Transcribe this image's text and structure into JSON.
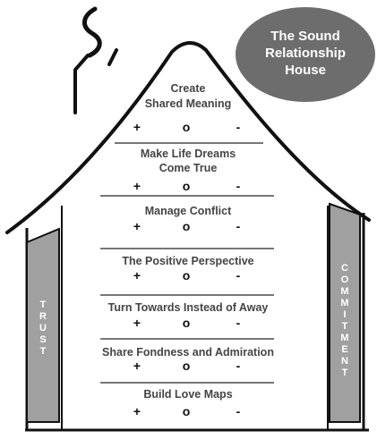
{
  "badge": {
    "lines": [
      "The Sound",
      "Relationship",
      "House"
    ]
  },
  "pillars": {
    "left": {
      "letters": [
        "T",
        "R",
        "U",
        "S",
        "T"
      ]
    },
    "right": {
      "letters": [
        "C",
        "O",
        "M",
        "M",
        "I",
        "T",
        "M",
        "E",
        "N",
        "T"
      ]
    }
  },
  "marks": {
    "plus": "+",
    "zero": "o",
    "minus": "-"
  },
  "floors": [
    {
      "lines": [
        "Create",
        "Shared Meaning"
      ]
    },
    {
      "lines": [
        "Make Life Dreams",
        "Come True"
      ]
    },
    {
      "lines": [
        "Manage Conflict"
      ]
    },
    {
      "lines": [
        "The Positive Perspective"
      ]
    },
    {
      "lines": [
        "Turn Towards Instead of Away"
      ]
    },
    {
      "lines": [
        "Share Fondness and Admiration"
      ]
    },
    {
      "lines": [
        "Build Love Maps"
      ]
    }
  ],
  "colors": {
    "ink": "#111111",
    "badge_fill": "#6d6d6d",
    "badge_text": "#ffffff",
    "pillar_fill": "#a0a0a0",
    "pillar_text": "#ffffff",
    "floor_text": "#444444",
    "divider": "#777777"
  }
}
